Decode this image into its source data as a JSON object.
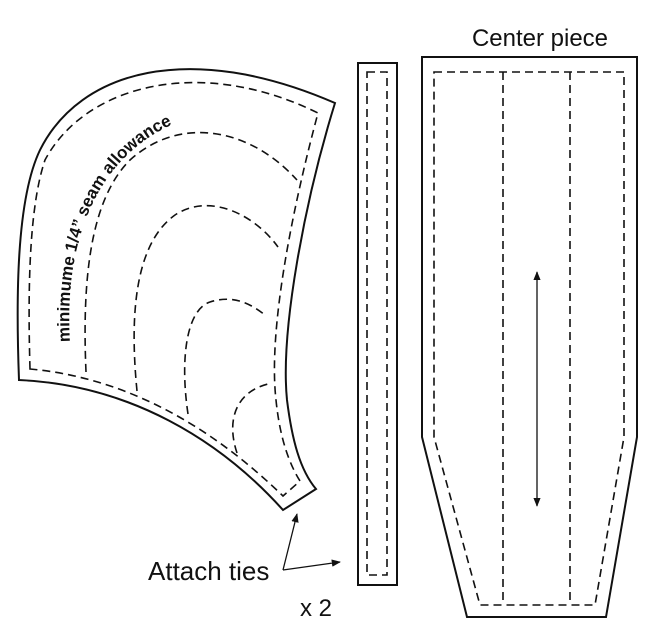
{
  "labels": {
    "center_piece": "Center piece",
    "seam_allowance": "minimume 1/4” seam allowance",
    "attach_ties": "Attach ties",
    "tie_count": "x 2"
  },
  "colors": {
    "line": "#111111",
    "background": "#ffffff"
  }
}
